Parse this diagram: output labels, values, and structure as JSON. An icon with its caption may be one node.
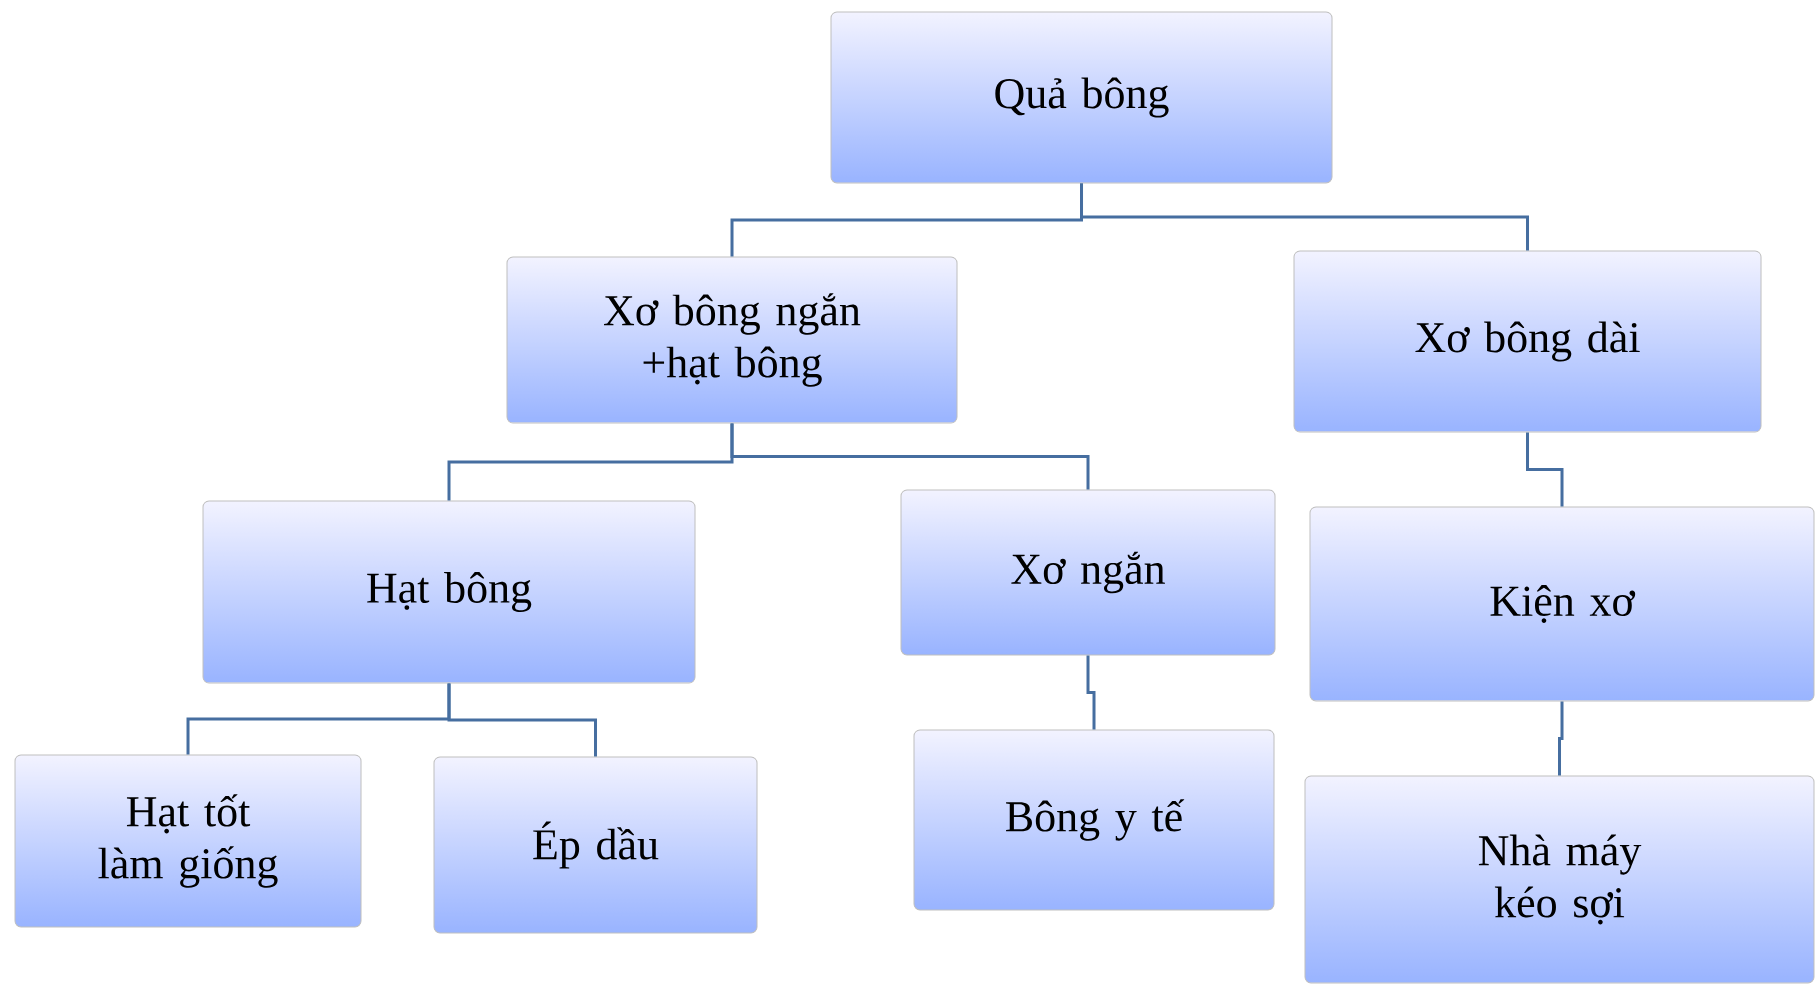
{
  "diagram": {
    "nodes": [
      {
        "text": [
          "Quả bông"
        ]
      },
      {
        "text": [
          "Xơ bông ngắn +hạt bông"
        ]
      },
      {
        "text": [
          "Xơ bông dài"
        ]
      },
      {
        "text": [
          "Hạt bông"
        ]
      },
      {
        "text": [
          "Xơ ngắn"
        ]
      },
      {
        "text": [
          "Kiện xơ"
        ]
      },
      {
        "text": [
          "Hạt tốt làm giống"
        ]
      },
      {
        "text": [
          "Ép dầu"
        ]
      },
      {
        "text": [
          "Bông y tế"
        ]
      },
      {
        "text": [
          "Nhà máy kéo sợi"
        ]
      }
    ],
    "edges": [
      {
        "from": 0,
        "to": 1,
        "arrow": "none"
      },
      {
        "from": 0,
        "to": 2,
        "arrow": "none"
      },
      {
        "from": 1,
        "to": 3,
        "arrow": "none"
      },
      {
        "from": 1,
        "to": 4,
        "arrow": "none"
      },
      {
        "from": 2,
        "to": 5,
        "arrow": "none"
      },
      {
        "from": 3,
        "to": 6,
        "arrow": "none"
      },
      {
        "from": 3,
        "to": 7,
        "arrow": "none"
      },
      {
        "from": 4,
        "to": 8,
        "arrow": "none"
      },
      {
        "from": 5,
        "to": 9,
        "arrow": "none"
      }
    ]
  }
}
